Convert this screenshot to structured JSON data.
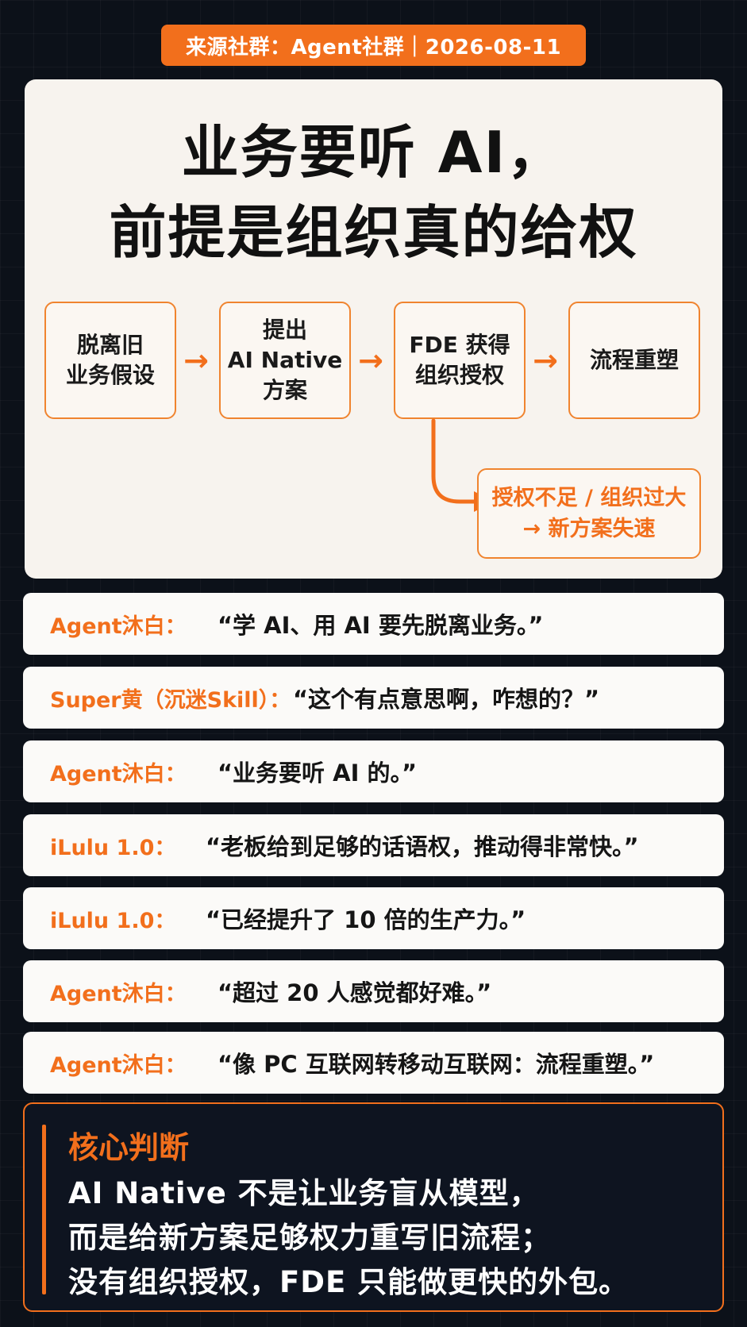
{
  "header": {
    "source": "来源社群：Agent社群｜2026-08-11"
  },
  "title": {
    "line1": "业务要听 AI，",
    "line2": "前提是组织真的给权"
  },
  "flow": {
    "steps": [
      {
        "lines": [
          "脱离旧",
          "业务假设"
        ]
      },
      {
        "lines": [
          "提出",
          "AI Native",
          "方案"
        ]
      },
      {
        "lines": [
          "FDE 获得",
          "组织授权"
        ]
      },
      {
        "lines": [
          "流程重塑"
        ]
      }
    ],
    "arrow_glyph": "→",
    "branch": {
      "line1": "授权不足 / 组织过大",
      "line2": "→ 新方案失速"
    },
    "accent_color": "#f26f1c"
  },
  "quotes": [
    {
      "speaker": "Agent沐白：",
      "text": "“学 AI、用 AI 要先脱离业务。”"
    },
    {
      "speaker": "Super黄（沉迷Skill）：",
      "text": "“这个有点意思啊，咋想的？”"
    },
    {
      "speaker": "Agent沐白：",
      "text": "“业务要听 AI 的。”"
    },
    {
      "speaker": "iLulu 1.0：",
      "text": "“老板给到足够的话语权，推动得非常快。”"
    },
    {
      "speaker": "iLulu 1.0：",
      "text": "“已经提升了 10 倍的生产力。”"
    },
    {
      "speaker": "Agent沐白：",
      "text": "“超过 20 人感觉都好难。”"
    },
    {
      "speaker": "Agent沐白：",
      "text": "“像 PC 互联网转移动互联网：流程重塑。”"
    }
  ],
  "core": {
    "title": "核心判断",
    "lines": [
      "AI Native 不是让业务盲从模型，",
      "而是给新方案足够权力重写旧流程；",
      "没有组织授权，FDE 只能做更快的外包。"
    ]
  }
}
